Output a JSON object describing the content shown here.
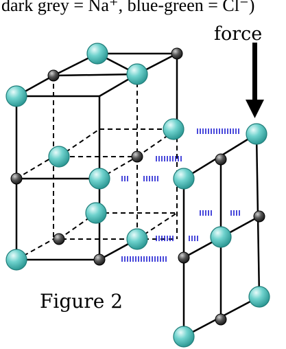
{
  "legend": {
    "text": "dark grey = Na⁺, blue-green = Cl⁻)"
  },
  "force_label": "force",
  "figure_caption": "Figure 2",
  "colors": {
    "na_ion": "#3a3a3a",
    "cl_ion": "#5fc4c0",
    "bond_line": "#000000",
    "repulsion_marks": "#1a1ad0",
    "force_arrow": "#000000"
  },
  "icons": {
    "na_ion": "small-dark-grey-sphere",
    "cl_ion": "large-blue-green-sphere",
    "force_arrow": "down-arrow-icon"
  }
}
